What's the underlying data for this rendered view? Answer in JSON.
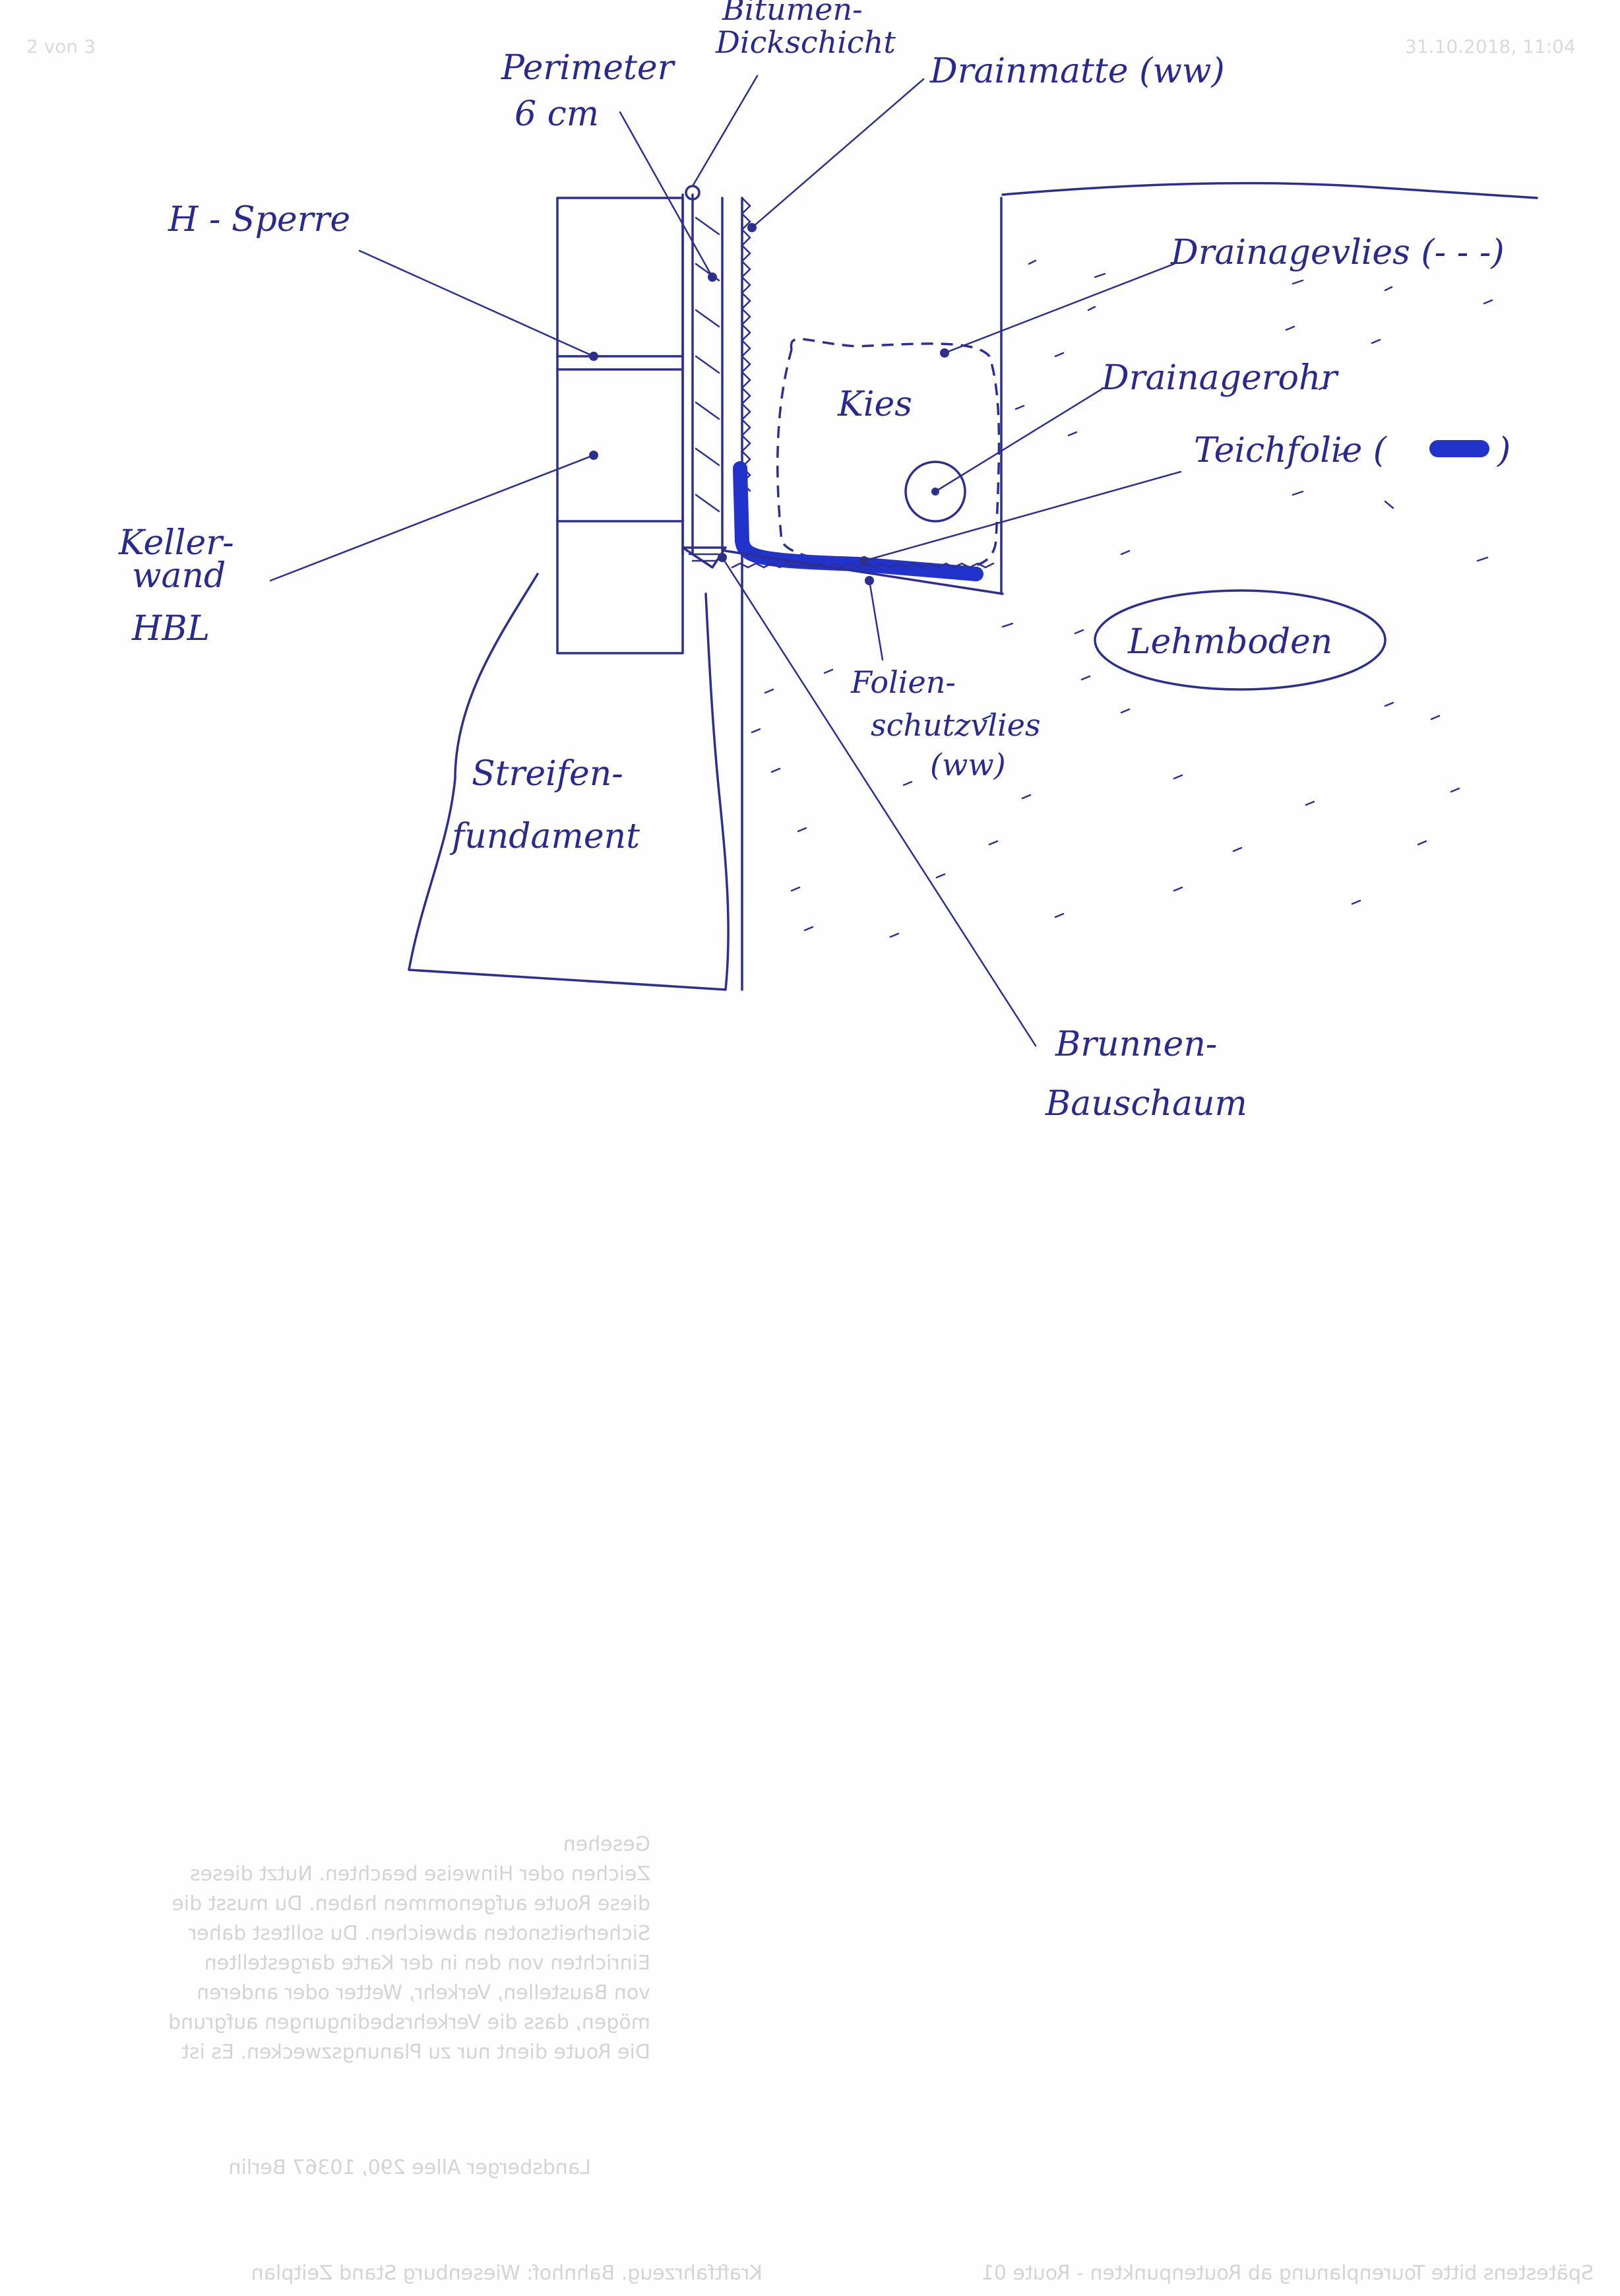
{
  "header": {
    "page_number": "2 von 3",
    "timestamp": "31.10.2018, 11:04"
  },
  "labels": {
    "bitumen": [
      "Bitumen-",
      "Dickschicht"
    ],
    "perimeter": [
      "Perimeter",
      "6 cm"
    ],
    "drainmatte": "Drainmatte (ww)",
    "h_sperre": "H - Sperre",
    "drainagevlies": "Drainagevlies (- - -)",
    "kies": "Kies",
    "drainagerohr": "Drainagerohr",
    "teichfolie": "Teichfolie (",
    "teichfolie_close": ")",
    "kellerwand": [
      "Keller-",
      "wand",
      "HBL"
    ],
    "lehmboden": "Lehmboden",
    "folienschutzvlies": [
      "Folien-",
      "schutzvlies",
      "(ww)"
    ],
    "streifenfundament": [
      "Streifen-",
      "fundament"
    ],
    "brunnen_bauschaum": [
      "Brunnen-",
      "Bauschaum"
    ]
  },
  "colors": {
    "ink": "#2e2e8f",
    "marker": "#2233cc",
    "paper": "#fefefe",
    "bleed": "#d4d4d8"
  },
  "bleed_through": {
    "lines": [
      "Gesehen",
      "Zeichen oder Hinweise beachten. Nutzt dieses",
      "diese Route aufgenommen haben. Du musst die",
      "Sicherheitsnoten abweichen. Du solltest daher",
      "Einrichten von den in der Karte dargestellten",
      "von Baustellen, Verkehr, Wetter oder anderen",
      "mögen, dass die Verkehrsbedingungen aufgrund",
      "Die Route dient nur zu Planungszwecken. Es ist"
    ],
    "address": "Landsberger Allee 290, 10367 Berlin",
    "footer_left": "Kraftfahrzeug. Bahnhof: Wiesenburg Stand Zeitplan",
    "footer_right": "Spätestens bitte Tourenplanung ab Routenpunkten - Route 01"
  }
}
